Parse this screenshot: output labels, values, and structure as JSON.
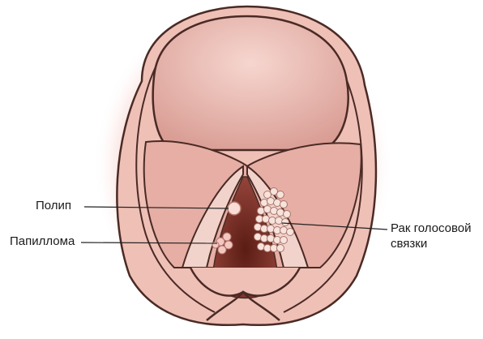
{
  "labels": {
    "polyp": "Полип",
    "papilloma": "Папиллома",
    "cancer_line1": "Рак голосовой",
    "cancer_line2": "связки"
  },
  "colors": {
    "outer_glow": "#f3b7ad",
    "tissue": "#f0c7bd",
    "tissue_dark": "#d9998f",
    "outline": "#4a2a25",
    "cavity": "#7a3326",
    "lesion": "#f4d8d0"
  }
}
